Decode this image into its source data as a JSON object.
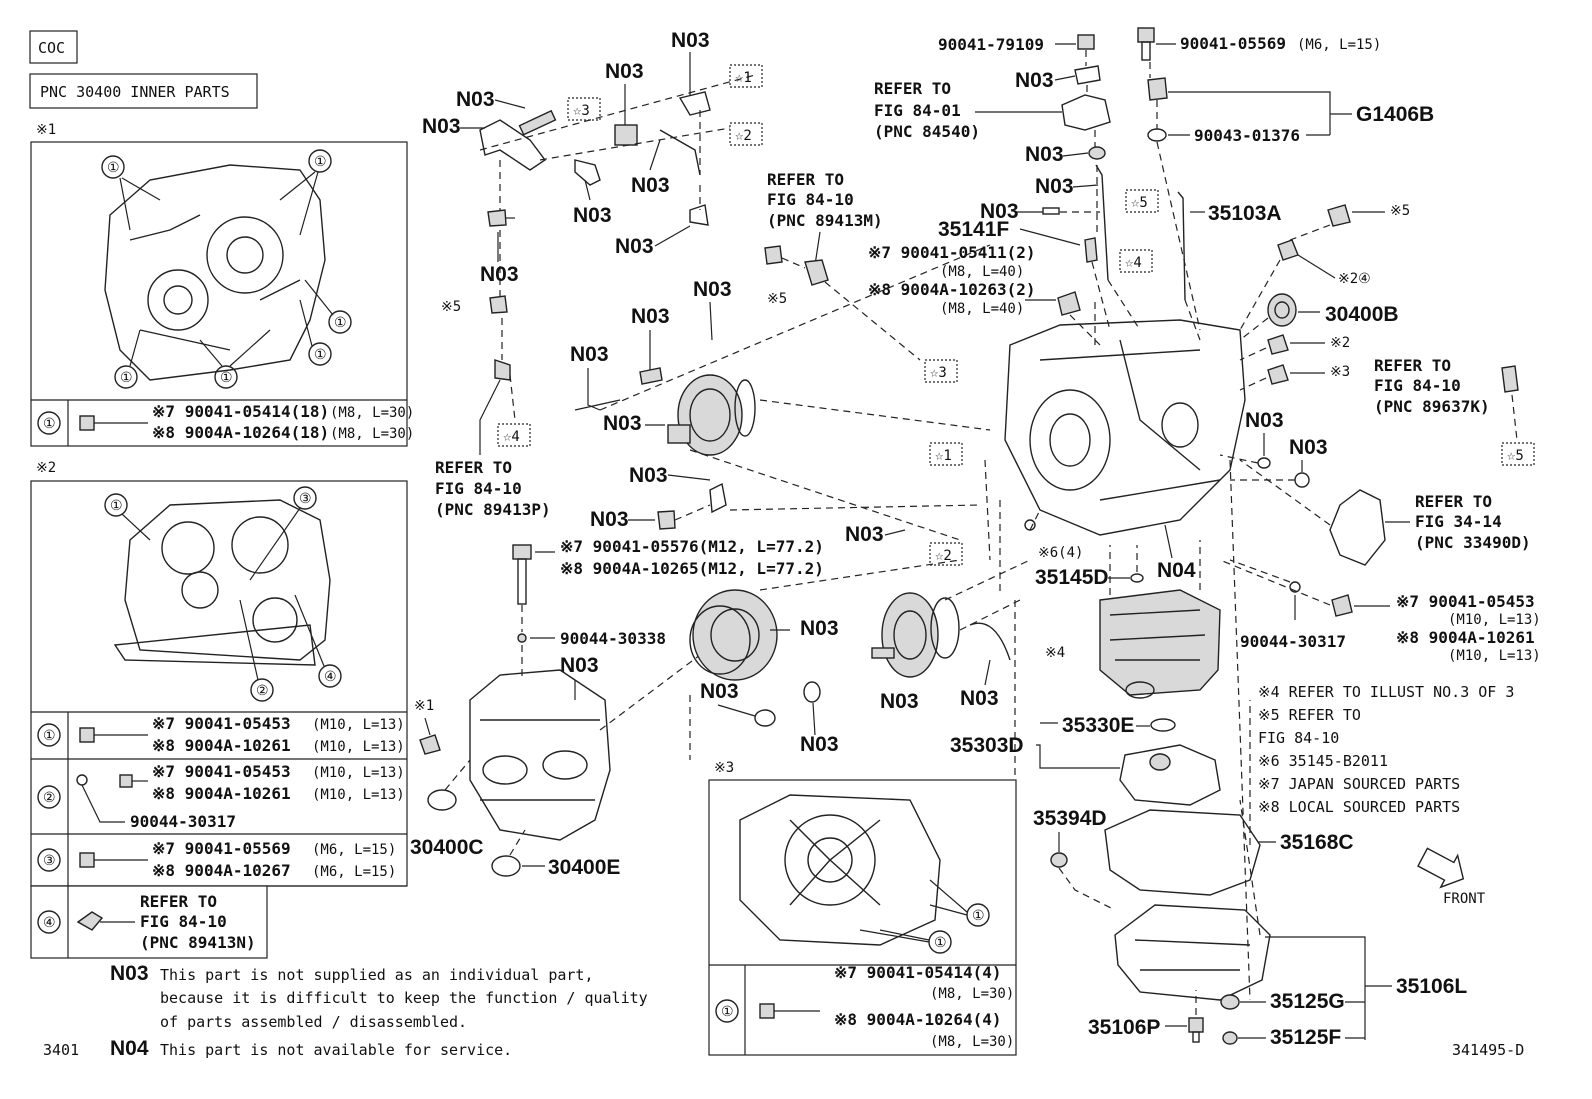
{
  "header": {
    "coc": "COC",
    "pnc_title": "PNC 30400 INNER PARTS"
  },
  "notes": {
    "m1": "※1",
    "m2": "※2",
    "m3": "※3",
    "m5": "※5"
  },
  "inset1": {
    "circle": "①",
    "rows": [
      {
        "prefix": "※7",
        "part": "90041-05414(18)",
        "spec": "(M8, L=30)"
      },
      {
        "prefix": "※8",
        "part": "9004A-10264(18)",
        "spec": "(M8, L=30)"
      }
    ]
  },
  "inset2": {
    "rows": [
      {
        "n": "①",
        "a": "※7 90041-05453",
        "as": "(M10, L=13)",
        "b": "※8 9004A-10261",
        "bs": "(M10, L=13)"
      },
      {
        "n": "②",
        "a": "※7 90041-05453",
        "as": "(M10, L=13)",
        "b": "※8 9004A-10261",
        "bs": "(M10, L=13)",
        "c": "90044-30317"
      },
      {
        "n": "③",
        "a": "※7 90041-05569",
        "as": "(M6, L=15)",
        "b": "※8 9004A-10267",
        "bs": "(M6, L=15)"
      },
      {
        "n": "④",
        "r1": "REFER TO",
        "r2": "FIG 84-10",
        "r3": "(PNC 89413N)"
      }
    ],
    "labels": [
      "①",
      "③",
      "②",
      "④"
    ]
  },
  "inset3": {
    "labels": [
      "①",
      "①"
    ],
    "row": {
      "n": "①",
      "a": "※7 90041-05414(4)",
      "as": "(M8, L=30)",
      "b": "※8 9004A-10264(4)",
      "bs": "(M8, L=30)"
    }
  },
  "legend": {
    "n03_code": "N03",
    "n03_text": [
      "This part is not supplied as an individual part,",
      "because it is difficult to keep the function / quality",
      "of parts assembled / disassembled."
    ],
    "page": "3401",
    "n04_code": "N04",
    "n04_text": "This part is not available for service.",
    "drawing_no": "341495-D"
  },
  "right_notes": [
    "※4 REFER TO ILLUST NO.3 OF 3",
    "※5 REFER TO",
    "   FIG 84-10",
    "※6 35145-B2011",
    "※7 JAPAN SOURCED PARTS",
    "※8 LOCAL SOURCED PARTS"
  ],
  "front_label": "FRONT",
  "refs": {
    "fig8410_p": [
      "REFER TO",
      "FIG 84-10",
      "(PNC 89413P)"
    ],
    "fig8410_m": [
      "REFER TO",
      "FIG 84-10",
      "(PNC 89413M)"
    ],
    "fig8401": [
      "REFER TO",
      "FIG 84-01",
      "(PNC 84540)"
    ],
    "fig8410_k": [
      "REFER TO",
      "FIG 84-10",
      "(PNC 89637K)"
    ],
    "fig3414": [
      "REFER TO",
      "FIG 34-14",
      "(PNC 33490D)"
    ]
  },
  "parts": {
    "p90041_79109": "90041-79109",
    "p90041_05569": "90041-05569",
    "p90041_05569_spec": "(M6, L=15)",
    "g1406b": "G1406B",
    "p90043_01376": "90043-01376",
    "p35103a": "35103A",
    "p35141f": "35141F",
    "p90041_05411": "※7 90041-05411(2)",
    "p90041_05411_spec": "(M8, L=40)",
    "p9004a_10263": "※8 9004A-10263(2)",
    "p9004a_10263_spec": "(M8, L=40)",
    "p30400b": "30400B",
    "m2_4": "※2④",
    "m2": "※2",
    "m3": "※3",
    "m5a": "※5",
    "m5b": "※5",
    "m5c": "※5",
    "m1": "※1",
    "m4": "※4",
    "m6": "※6(4)",
    "p35145d": "35145D",
    "n04": "N04",
    "p90044_30317": "90044-30317",
    "p90041_05453": "※7 90041-05453",
    "p90041_05453_spec": "(M10, L=13)",
    "p9004a_10261": "※8 9004A-10261",
    "p9004a_10261_spec": "(M10, L=13)",
    "p90041_05576": "※7 90041-05576(M12, L=77.2)",
    "p9004a_10265": "※8 9004A-10265(M12, L=77.2)",
    "p90044_30338": "90044-30338",
    "p30400c": "30400C",
    "p30400e": "30400E",
    "p35330e": "35330E",
    "p35303d": "35303D",
    "p35394d": "35394D",
    "p35168c": "35168C",
    "p35106l": "35106L",
    "p35125g": "35125G",
    "p35125f": "35125F",
    "p35106p": "35106P",
    "n03": "N03"
  },
  "stars": {
    "s1": "☆1",
    "s2": "☆2",
    "s3": "☆3",
    "s4": "☆4",
    "s5": "☆5"
  }
}
